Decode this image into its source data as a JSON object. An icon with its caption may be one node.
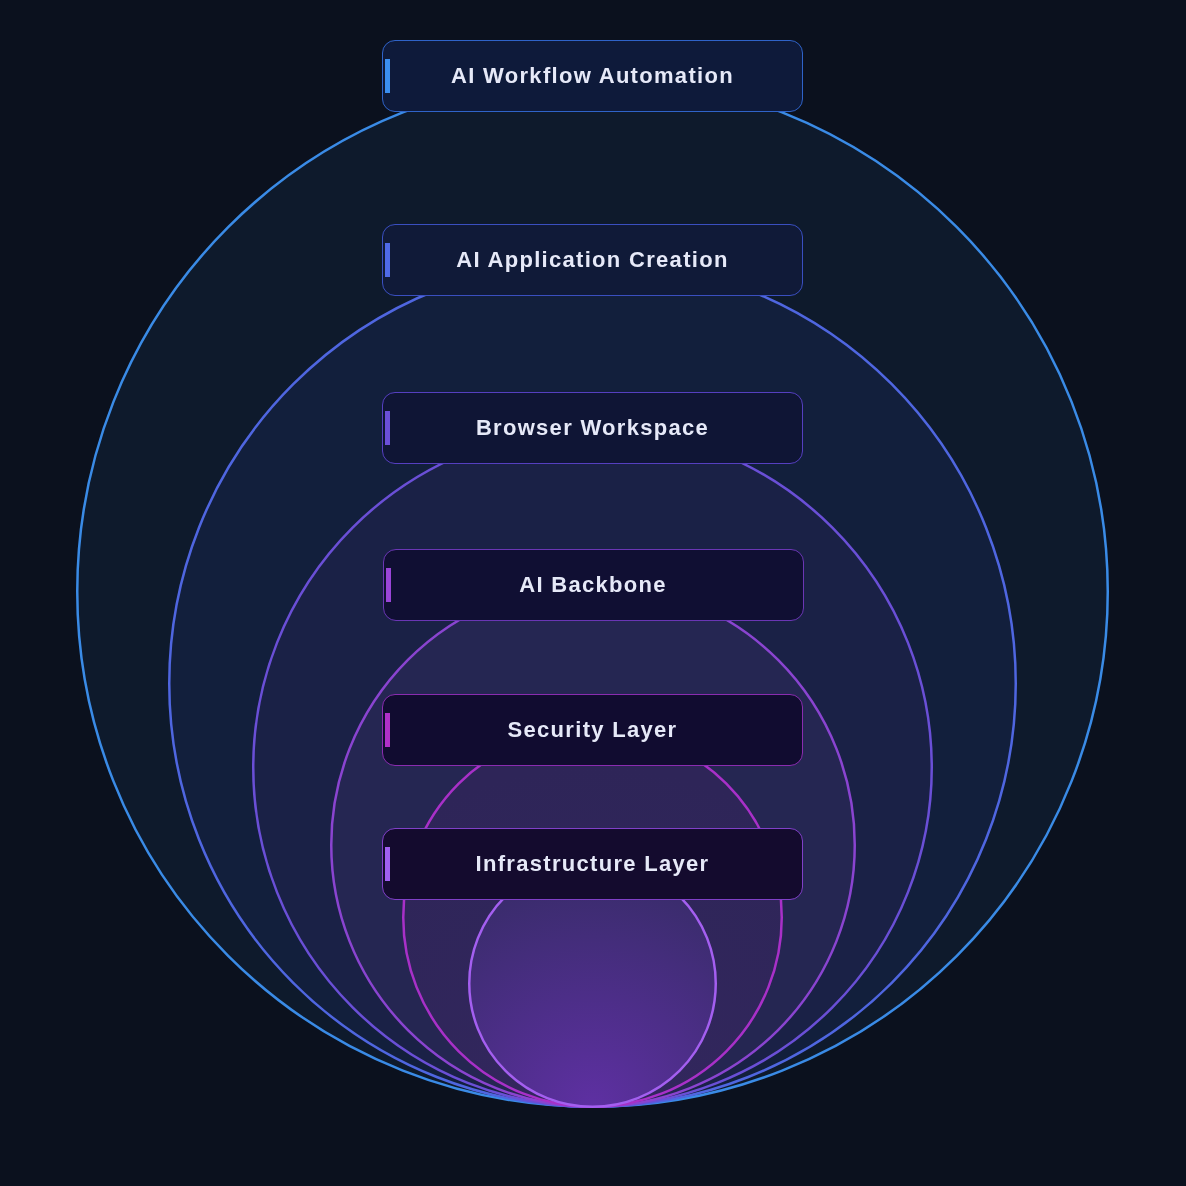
{
  "diagram": {
    "nodes": [
      {
        "text": [
          "AI Workflow Automation"
        ]
      },
      {
        "text": [
          "AI Application Creation"
        ],
        "in": 0
      },
      {
        "text": [
          "Browser Workspace"
        ],
        "in": 1
      },
      {
        "text": [
          "AI Backbone"
        ],
        "in": 2
      },
      {
        "text": [
          "Security Layer"
        ],
        "in": 3
      },
      {
        "text": [
          "Infrastructure Layer"
        ],
        "in": 4
      }
    ]
  }
}
